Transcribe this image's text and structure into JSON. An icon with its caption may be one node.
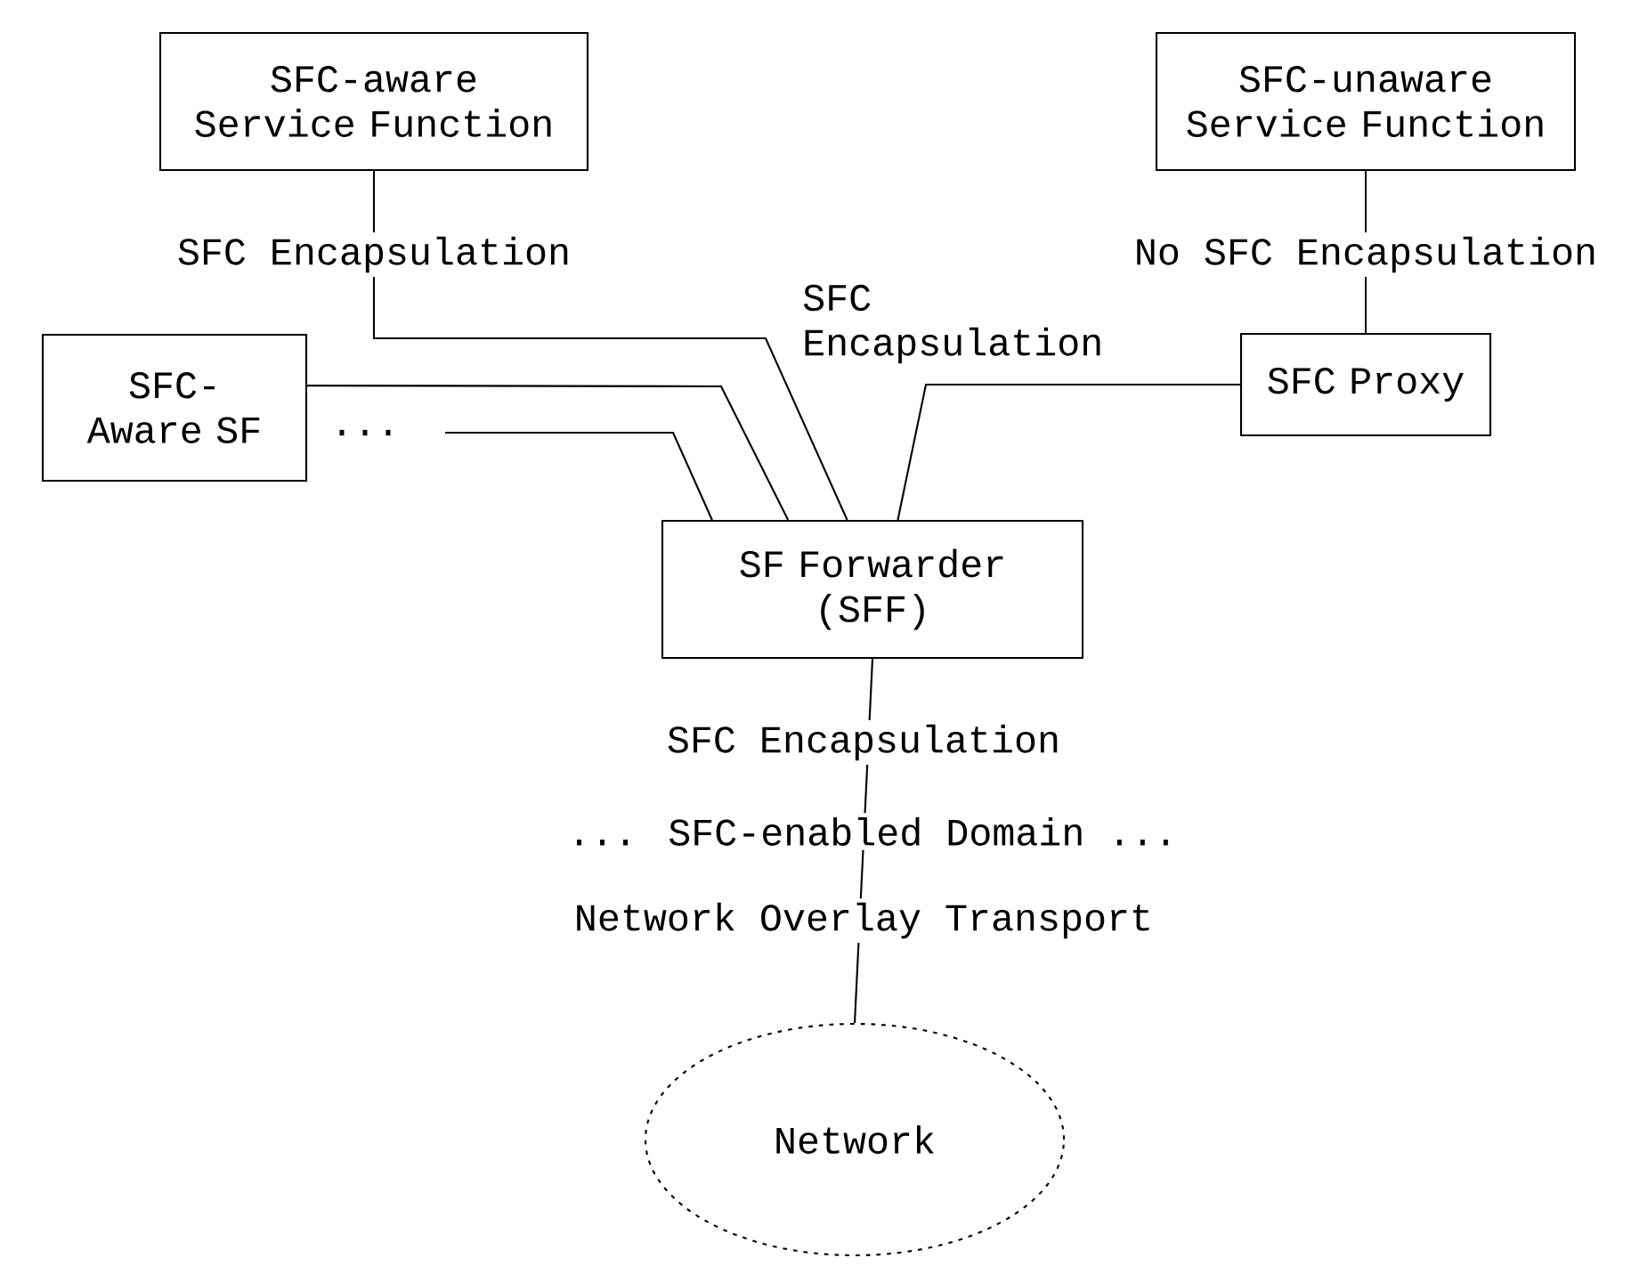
{
  "diagram": {
    "nodes": [
      {
        "text": [
          "SFC-aware Service Function"
        ]
      },
      {
        "text": [
          "SFC-unaware Service Function"
        ]
      },
      {
        "text": [
          "SFC-Aware SF"
        ]
      },
      {
        "text": [
          "SFC Proxy"
        ]
      },
      {
        "text": [
          "SF Forwarder (SFF)"
        ]
      },
      {
        "text": [
          "Network"
        ]
      }
    ],
    "edges": [
      {
        "from": 0,
        "to": 4,
        "arrow": "none",
        "label": "SFC Encapsulation"
      },
      {
        "from": 2,
        "to": 4,
        "arrow": "none"
      },
      {
        "from": null,
        "to": 4,
        "arrow": "none"
      },
      {
        "from": 3,
        "to": 4,
        "arrow": "none"
      },
      {
        "from": 1,
        "to": 3,
        "arrow": "none",
        "label": "No SFC Encapsulation"
      },
      {
        "from": 4,
        "to": 5,
        "arrow": "none",
        "label": "SFC Encapsulation"
      }
    ],
    "labels": [
      "SFC Encapsulation",
      "...",
      "... SFC-enabled Domain ...",
      "Network Overlay Transport"
    ]
  }
}
